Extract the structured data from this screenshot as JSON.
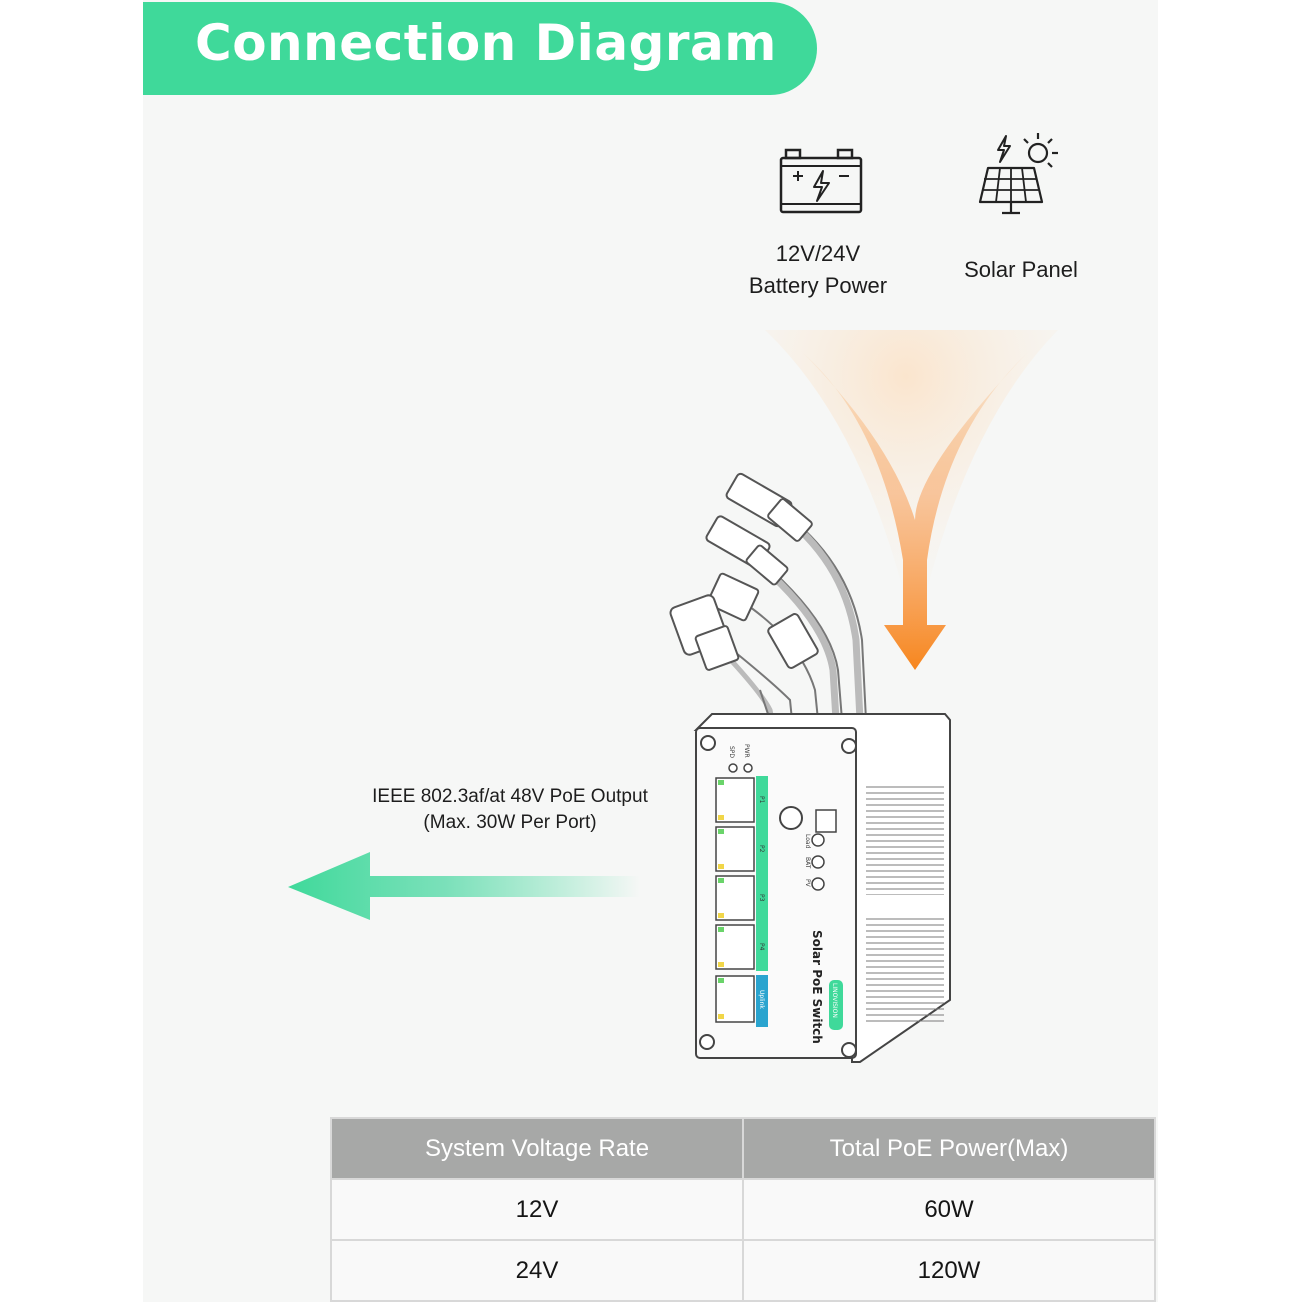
{
  "title": "Connection Diagram",
  "sources": [
    {
      "id": "battery",
      "icon": "battery-icon",
      "label_line1": "12V/24V",
      "label_line2": "Battery Power"
    },
    {
      "id": "solar",
      "icon": "solar-panel-icon",
      "label": "Solar Panel"
    }
  ],
  "output": {
    "line1": "IEEE 802.3af/at 48V PoE Output",
    "line2": "(Max. 30W Per Port)"
  },
  "device": {
    "name": "Solar PoE Switch",
    "brand": "LINOVISION",
    "indicators": [
      "PWR",
      "SPD"
    ],
    "status_labels": [
      "Load",
      "BAT",
      "PV"
    ],
    "port_labels": [
      "P1",
      "P2",
      "P3",
      "P4",
      "Uplink"
    ]
  },
  "table": {
    "headers": [
      "System Voltage Rate",
      "Total PoE Power(Max)"
    ],
    "rows": [
      [
        "12V",
        "60W"
      ],
      [
        "24V",
        "120W"
      ]
    ]
  },
  "colors": {
    "accent_green": "#3fd99a",
    "input_arrow_orange": "#f7861e",
    "table_header_gray": "#a7a8a7"
  }
}
